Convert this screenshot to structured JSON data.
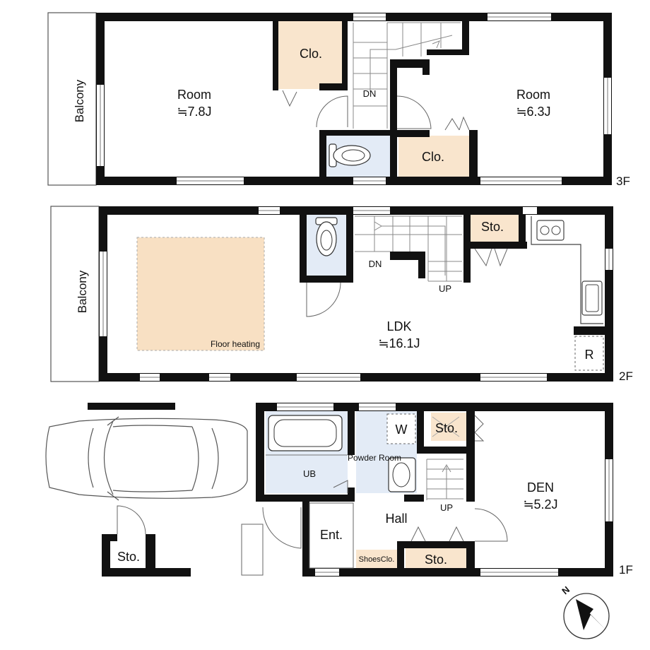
{
  "floors": {
    "third": {
      "label": "3F",
      "balcony": "Balcony",
      "room_left": {
        "name": "Room",
        "size": "≒7.8J"
      },
      "room_right": {
        "name": "Room",
        "size": "≒6.3J"
      },
      "closet_top": "Clo.",
      "closet_bottom": "Clo.",
      "stair": "DN"
    },
    "second": {
      "label": "2F",
      "balcony": "Balcony",
      "floor_heating": "Floor heating",
      "storage": "Sto.",
      "stair_down": "DN",
      "stair_up": "UP",
      "ldk": {
        "name": "LDK",
        "size": "≒16.1J"
      },
      "fridge": "R"
    },
    "first": {
      "label": "1F",
      "unit_bath": "UB",
      "washer": "W",
      "powder_room": "Powder Room",
      "storage_stair": "Sto.",
      "stair_up": "UP",
      "den": {
        "name": "DEN",
        "size": "≒5.2J"
      },
      "hall": "Hall",
      "entrance": "Ent.",
      "shoes_closet": "ShoesClo.",
      "storage_hall": "Sto.",
      "storage_outdoor": "Sto."
    }
  },
  "colors": {
    "wall": "#111111",
    "closet": "#f9e5cd",
    "wet_area": "#e3ebf6",
    "floor_heating": "#f8e0c3"
  },
  "icons": [
    "car-icon",
    "compass-icon",
    "toilet-icon",
    "bathtub-icon",
    "sink-icon",
    "stove-icon"
  ]
}
